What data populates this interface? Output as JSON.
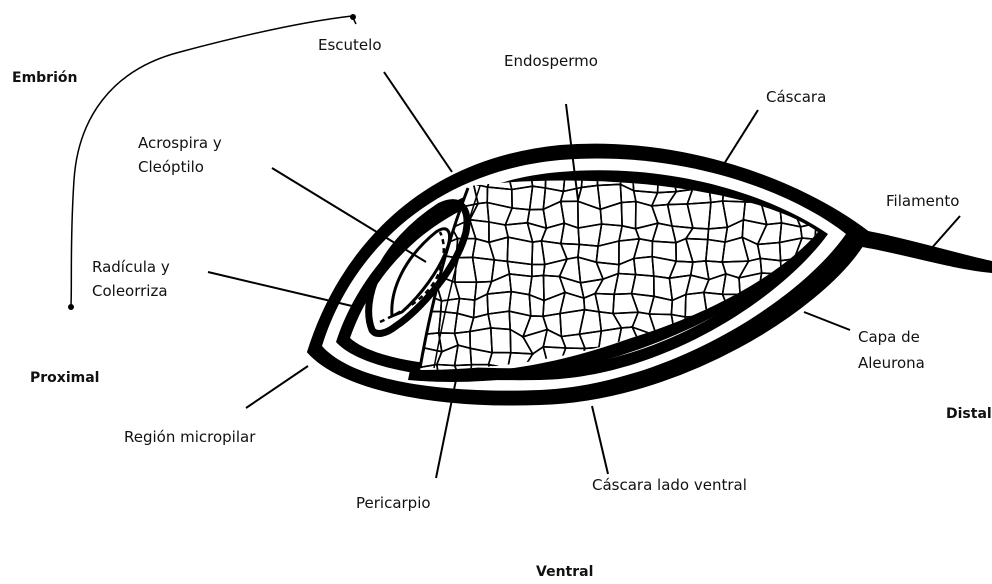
{
  "colors": {
    "ink": "#000000",
    "background": "#ffffff"
  },
  "labels": {
    "embrion": "Embrión",
    "escutelo": "Escutelo",
    "endospermo": "Endospermo",
    "cascara": "Cáscara",
    "acrospira_1": "Acrospira y",
    "acrospira_2": "Cleóptilo",
    "filamento": "Filamento",
    "radicula_1": "Radícula y",
    "radicula_2": "Coleorriza",
    "capa_1": "Capa de",
    "capa_2": "Aleurona",
    "proximal": "Proximal",
    "distal": "Distal",
    "region_micropilar": "Región micropilar",
    "cascara_ventral": "Cáscara lado ventral",
    "pericarpio": "Pericarpio",
    "ventral": "Ventral"
  }
}
